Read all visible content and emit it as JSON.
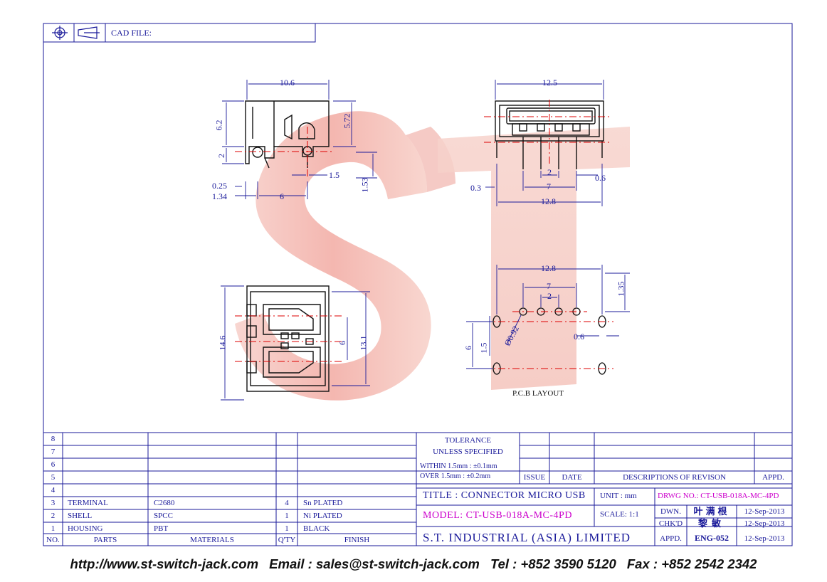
{
  "header": {
    "cad_file_label": "CAD FILE:"
  },
  "dimensions": {
    "side": {
      "width_top": "10.6",
      "height_body": "6.2",
      "height_right": "5.72",
      "pin_len": "2",
      "pitch_small": "1.5",
      "offset_right": "1.53",
      "thick_a": "0.25",
      "thick_b": "1.34",
      "pin_dist": "6"
    },
    "front": {
      "width_top": "12.5",
      "pitch": "2",
      "pin_thick": "0.6",
      "edge": "0.3",
      "span": "7",
      "width_bottom": "12.8"
    },
    "bottom": {
      "length_total": "14.6",
      "length_inner": "13.1",
      "slot_span": "6"
    },
    "pcb": {
      "width": "12.8",
      "span": "7",
      "pitch": "2",
      "offset": "1.35",
      "hole_dia": "Ø0.92",
      "slot_w": "0.6",
      "row_dist": "6",
      "row_small": "1.5",
      "label": "P.C.B LAYOUT"
    }
  },
  "bom": {
    "row_numbers": [
      "8",
      "7",
      "6",
      "5",
      "4",
      "3",
      "2",
      "1"
    ],
    "rows": [
      {
        "no": "3",
        "part": "TERMINAL",
        "material": "C2680",
        "qty": "4",
        "finish": "Sn PLATED"
      },
      {
        "no": "2",
        "part": "SHELL",
        "material": "SPCC",
        "qty": "1",
        "finish": "Ni PLATED"
      },
      {
        "no": "1",
        "part": "HOUSING",
        "material": "PBT",
        "qty": "1",
        "finish": "BLACK"
      }
    ],
    "headers": {
      "no": "NO.",
      "parts": "PARTS",
      "materials": "MATERIALS",
      "qty": "Q'TY",
      "finish": "FINISH"
    }
  },
  "tolerance": {
    "l1": "TOLERANCE",
    "l2": "UNLESS   SPECIFIED",
    "l3": "WITHIN  1.5mm : ±0.1mm",
    "l4": "OVER    1.5mm : ±0.2mm"
  },
  "revision": {
    "issue": "ISSUE",
    "date": "DATE",
    "desc": "DESCRIPTIONS OF REVISON",
    "appd": "APPD."
  },
  "title_block": {
    "title": "TITLE : CONNECTOR MICRO USB",
    "unit": "UNIT :  mm",
    "drwg_no": "DRWG NO.: CT-USB-018A-MC-4PD",
    "model": "MODEL: CT-USB-018A-MC-4PD",
    "scale": "SCALE:  1:1",
    "company": "S.T. INDUSTRIAL (ASIA) LIMITED",
    "dwn": "DWN.",
    "dwn_name": "叶满根",
    "dwn_date": "12-Sep-2013",
    "chkd": "CHK'D",
    "chkd_name": "黎敏",
    "chkd_date": "12-Sep-2013",
    "appd": "APPD.",
    "appd_name": "ENG-052",
    "appd_date": "12-Sep-2013"
  },
  "watermark": "ST",
  "footer": {
    "url": "http://www.st-switch-jack.com",
    "email": "Email : sales@st-switch-jack.com",
    "tel": "Tel : +852 3590 5120",
    "fax": "Fax : +852 2542 2342"
  },
  "colors": {
    "line": "#1a1a9a",
    "hidden": "#dd0000",
    "magenta": "#cc00cc",
    "watermark": "#f2b8b0"
  }
}
